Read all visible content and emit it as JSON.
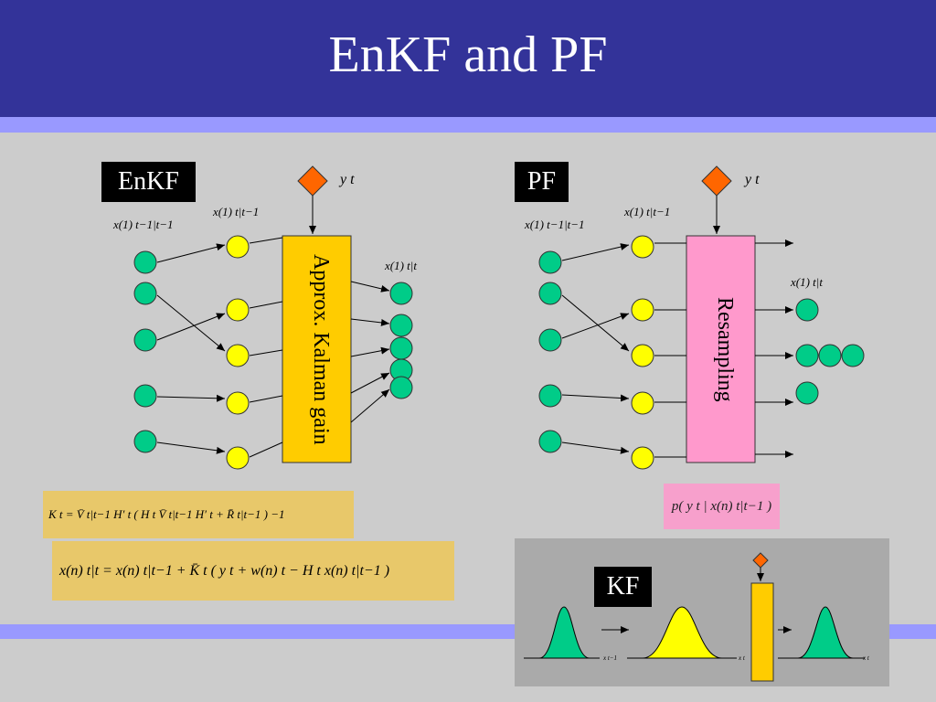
{
  "title": "EnKF and PF",
  "colors": {
    "header": "#333399",
    "band": "#9999ff",
    "background": "#cccccc",
    "particle_green": "#00cc88",
    "particle_yellow": "#ffff00",
    "kalman_box": "#ffcc00",
    "resampling_box": "#ff99cc",
    "observation": "#ff6600"
  },
  "enkf": {
    "label": "EnKF",
    "box_label": "Approx. Kalman gain",
    "obs_label": "y t",
    "prev_label": "x(1) t−1|t−1",
    "pred_label": "x(1) t|t−1",
    "filt_label": "x(1) t|t",
    "gain_formula": "K t  =  V̄ t|t−1 H′ t ( H t V̄ t|t−1 H′ t + R̄ t|t−1 ) −1",
    "update_formula": "x(n) t|t  =  x(n) t|t−1 + K̄ t ( y t + w(n) t − H t x(n) t|t−1 )"
  },
  "pf": {
    "label": "PF",
    "box_label": "Resampling",
    "obs_label": "y t",
    "prev_label": "x(1) t−1|t−1",
    "pred_label": "x(1) t|t−1",
    "filt_label": "x(1) t|t",
    "likelihood": "p( y t | x(n) t|t−1 )"
  },
  "kf": {
    "label": "KF",
    "axis_labels": [
      "x t−1",
      "x t",
      "x t"
    ]
  }
}
